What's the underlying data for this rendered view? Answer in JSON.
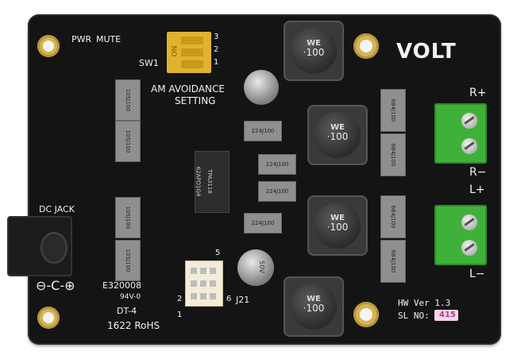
{
  "board": {
    "brand": "VOLT",
    "pwr": "PWR",
    "mute": "MUTE",
    "sw1": "SW1",
    "on": "ON",
    "dip_numbers": [
      "1",
      "2",
      "3"
    ],
    "am_line1": "AM AVOIDANCE",
    "am_line2": "SETTING",
    "dc_jack": "DC JACK",
    "cert": "E320008",
    "rating": "94V-0",
    "dt": "DT-4",
    "rohs": "1622 RoHS",
    "hw": "HW Ver 1.3",
    "sl": "SL NO:",
    "serial": "415",
    "j21": "J21",
    "j_pin_top": "5",
    "j_pin_mid": "2",
    "j_pin_bot": "1",
    "j_pin_right": "6",
    "r_plus": "R+",
    "r_minus": "R−",
    "l_plus": "L+",
    "l_minus": "L−",
    "chip_line1": "62APD1G4",
    "chip_line2": "TPA3118",
    "inductor_value": "·100",
    "inductor_logo": "WE",
    "cap_105": "105J100",
    "cap_224": "224J100",
    "cap_684": "684J100",
    "elcap_value": "50V"
  },
  "colors": {
    "pcb": "#141414",
    "silkscreen": "#f2f2f2",
    "terminal": "#3fb13a",
    "mount_hole": "#d4b454"
  }
}
